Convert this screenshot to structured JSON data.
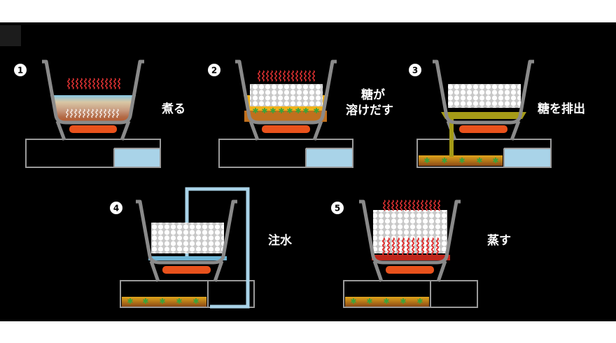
{
  "steps": [
    {
      "number": "1",
      "label_lines": [
        "煮る"
      ]
    },
    {
      "number": "2",
      "label_lines": [
        "糖が",
        "溶けだす"
      ]
    },
    {
      "number": "3",
      "label_lines": [
        "糖を排出"
      ]
    },
    {
      "number": "4",
      "label_lines": [
        "注水"
      ]
    },
    {
      "number": "5",
      "label_lines": [
        "蒸す"
      ]
    }
  ],
  "colors": {
    "background": "#000000",
    "pot_outline": "#8a8a8a",
    "base_outline": "#9a9a9a",
    "heater": "#e9521c",
    "water": "#a9d3e8",
    "heat_wave": "#e03232",
    "sugar_liquid": "#f2b21a",
    "drained_sugar": "#c0701e",
    "green_marker": "#3aa33a",
    "grain": "#ffffff"
  }
}
